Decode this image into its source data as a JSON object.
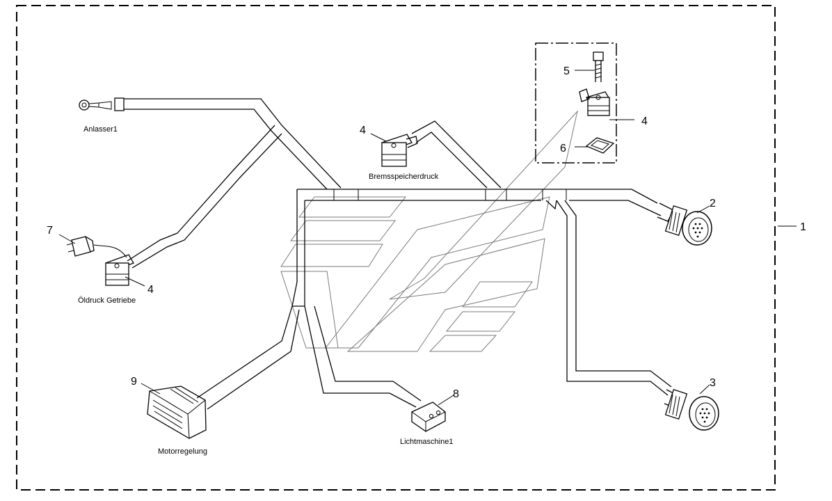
{
  "diagram": {
    "assembly_number": "1",
    "connector_labels": {
      "anlasser": "Anlasser1",
      "bremsspeicherdruck": "Bremsspeicherdruck",
      "oeldruck": "Öldruck Getriebe",
      "motorregelung": "Motorregelung",
      "lichtmaschine": "Lichtmaschine1"
    },
    "callouts": {
      "bremsspeicher_sensor": "4",
      "detail_screw": "5",
      "detail_sensor": "4",
      "detail_seal": "6",
      "round_connector_upper": "2",
      "round_connector_lower": "3",
      "plug": "7",
      "oeldruck_sensor": "4",
      "motorregelung_connector": "9",
      "lichtmaschine_connector": "8"
    }
  }
}
